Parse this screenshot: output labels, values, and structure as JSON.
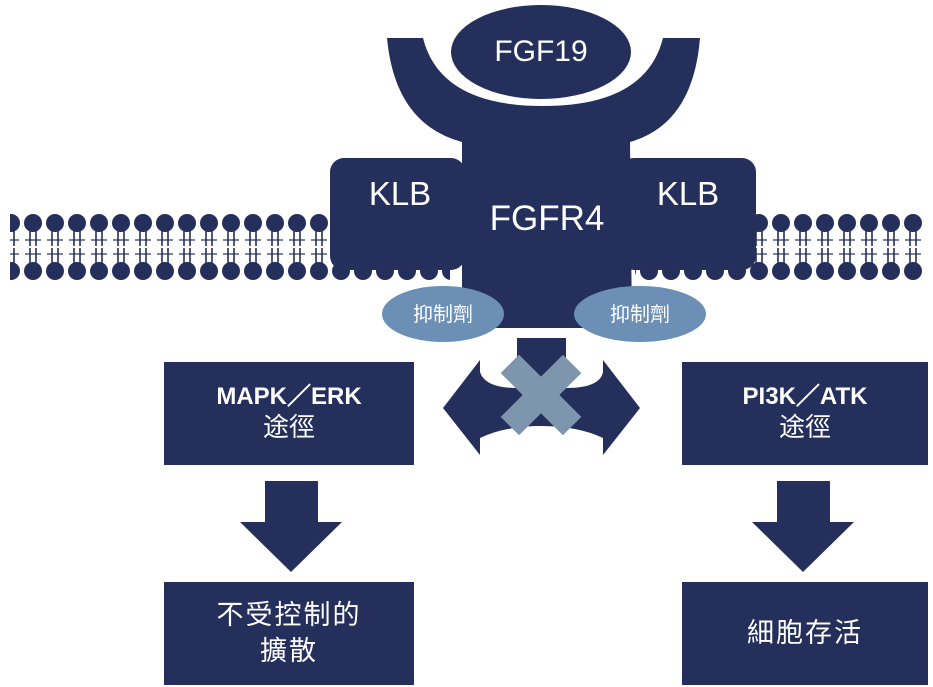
{
  "colors": {
    "navy": "#242f5b",
    "inhibitor": "#6b8fb5",
    "cross": "#7e96ad",
    "background": "#ffffff"
  },
  "ligand": {
    "label": "FGF19"
  },
  "receptor": {
    "label": "FGFR4"
  },
  "coreceptor": {
    "left_label": "KLB",
    "right_label": "KLB"
  },
  "inhibitors": [
    {
      "label": "抑制劑"
    },
    {
      "label": "抑制劑"
    }
  ],
  "pathways": {
    "left": {
      "line1": "MAPK／ERK",
      "line2": "途徑"
    },
    "right": {
      "line1": "PI3K／ATK",
      "line2": "途徑"
    }
  },
  "outcomes": {
    "left": {
      "line1": "不受控制的",
      "line2": "擴散"
    },
    "right": {
      "line1": "細胞存活"
    }
  },
  "icons": {
    "membrane": "lipid-bilayer",
    "block": "x-cross-icon",
    "flow": "down-arrow-icon",
    "branch": "double-headed-arrow-icon"
  }
}
